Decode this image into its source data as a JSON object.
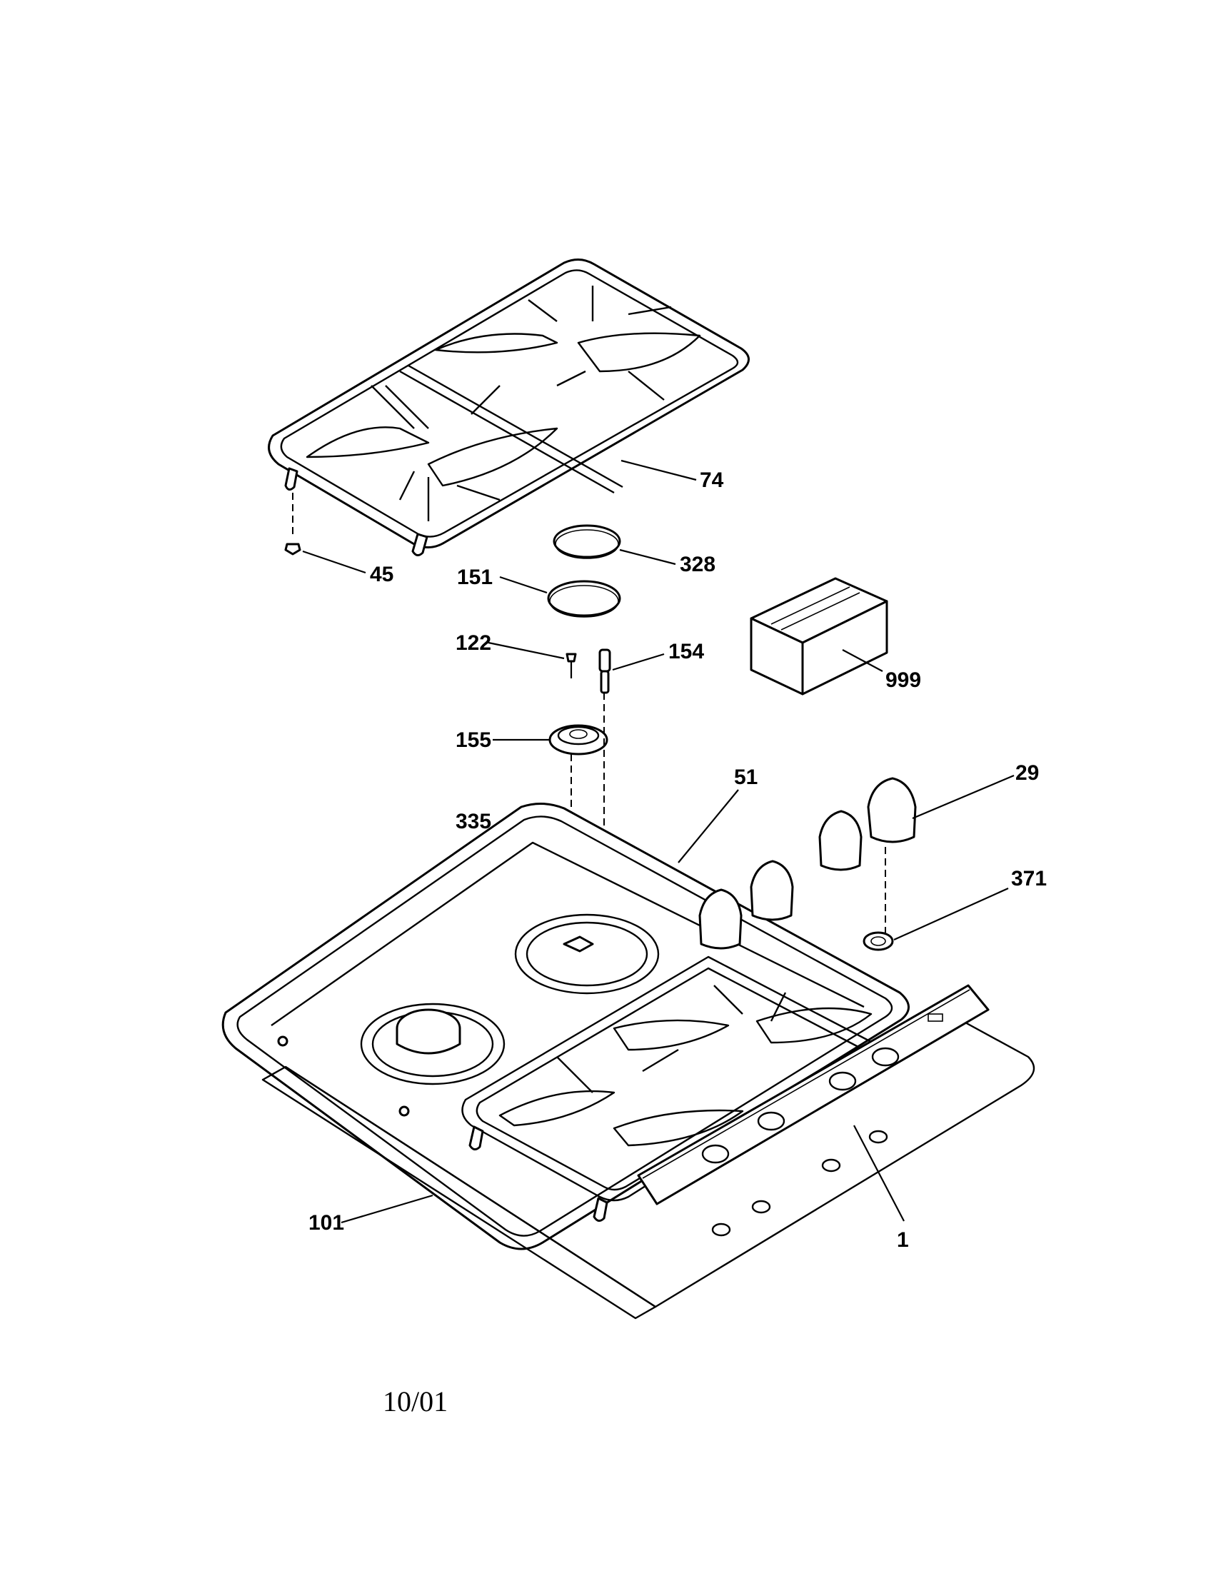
{
  "diagram": {
    "labels": {
      "p74": "74",
      "p45": "45",
      "p328": "328",
      "p151": "151",
      "p122": "122",
      "p154": "154",
      "p999": "999",
      "p155": "155",
      "p51": "51",
      "p29": "29",
      "p335": "335",
      "p371": "371",
      "p101": "101",
      "p1": "1"
    },
    "date": "10/01"
  }
}
